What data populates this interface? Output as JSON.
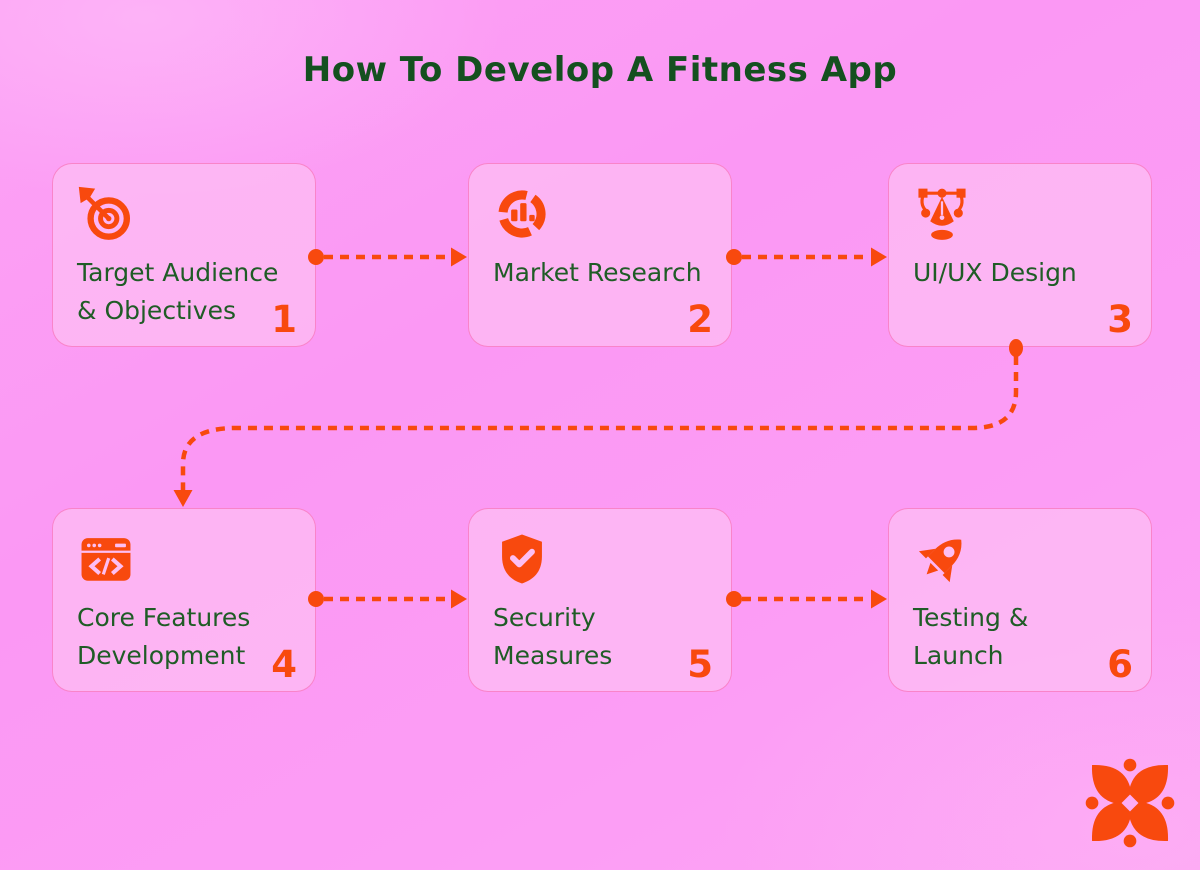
{
  "title": "How To Develop A Fitness App",
  "colors": {
    "background_pink": "#fb9af4",
    "card_pink": "#fdbef3",
    "accent_orange": "#f8490e",
    "title_green": "#14501f",
    "label_green": "#1f5c26"
  },
  "steps": [
    {
      "number": "1",
      "line1": "Target Audience",
      "line2": "& Objectives",
      "icon": "target-dart-icon"
    },
    {
      "number": "2",
      "line1": "Market Research",
      "line2": "",
      "icon": "donut-chart-icon"
    },
    {
      "number": "3",
      "line1": "UI/UX Design",
      "line2": "",
      "icon": "pen-tool-icon"
    },
    {
      "number": "4",
      "line1": "Core Features",
      "line2": "Development",
      "icon": "code-window-icon"
    },
    {
      "number": "5",
      "line1": "Security",
      "line2": "Measures",
      "icon": "shield-check-icon"
    },
    {
      "number": "6",
      "line1": "Testing &",
      "line2": "Launch",
      "icon": "rocket-icon"
    }
  ],
  "flow": {
    "connector_style": "dashed-orange-arrows",
    "sequence": [
      "1-2",
      "2-3",
      "3-4",
      "4-5",
      "5-6"
    ]
  },
  "logo": {
    "icon": "compass-flower-logo"
  }
}
